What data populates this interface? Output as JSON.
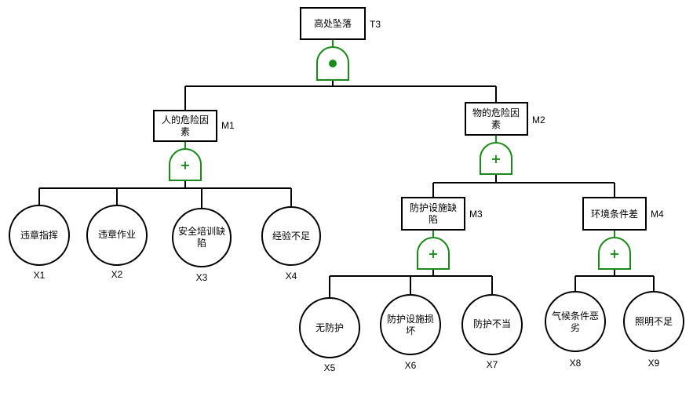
{
  "diagram": {
    "type": "fault-tree",
    "colors": {
      "gate": "#1a8a1a",
      "line": "#000000"
    },
    "top_event": {
      "id": "T3",
      "text": "高处坠落",
      "gate": "and"
    },
    "intermediate": [
      {
        "id": "M1",
        "lines": [
          "人的危险因",
          "素"
        ],
        "gate": "or"
      },
      {
        "id": "M2",
        "lines": [
          "物的危险因",
          "素"
        ],
        "gate": "or"
      },
      {
        "id": "M3",
        "lines": [
          "防护设施缺",
          "陷"
        ],
        "gate": "or"
      },
      {
        "id": "M4",
        "lines": [
          "环境条件差"
        ],
        "gate": "or"
      }
    ],
    "basic": [
      {
        "id": "X1",
        "lines": [
          "违章指挥"
        ]
      },
      {
        "id": "X2",
        "lines": [
          "违章作业"
        ]
      },
      {
        "id": "X3",
        "lines": [
          "安全培训缺",
          "陷"
        ]
      },
      {
        "id": "X4",
        "lines": [
          "经验不足"
        ]
      },
      {
        "id": "X5",
        "lines": [
          "无防护"
        ]
      },
      {
        "id": "X6",
        "lines": [
          "防护设施损",
          "坏"
        ]
      },
      {
        "id": "X7",
        "lines": [
          "防护不当"
        ]
      },
      {
        "id": "X8",
        "lines": [
          "气候条件恶",
          "劣"
        ]
      },
      {
        "id": "X9",
        "lines": [
          "照明不足"
        ]
      }
    ],
    "gate_symbols": {
      "and": "●",
      "or": "+"
    }
  }
}
